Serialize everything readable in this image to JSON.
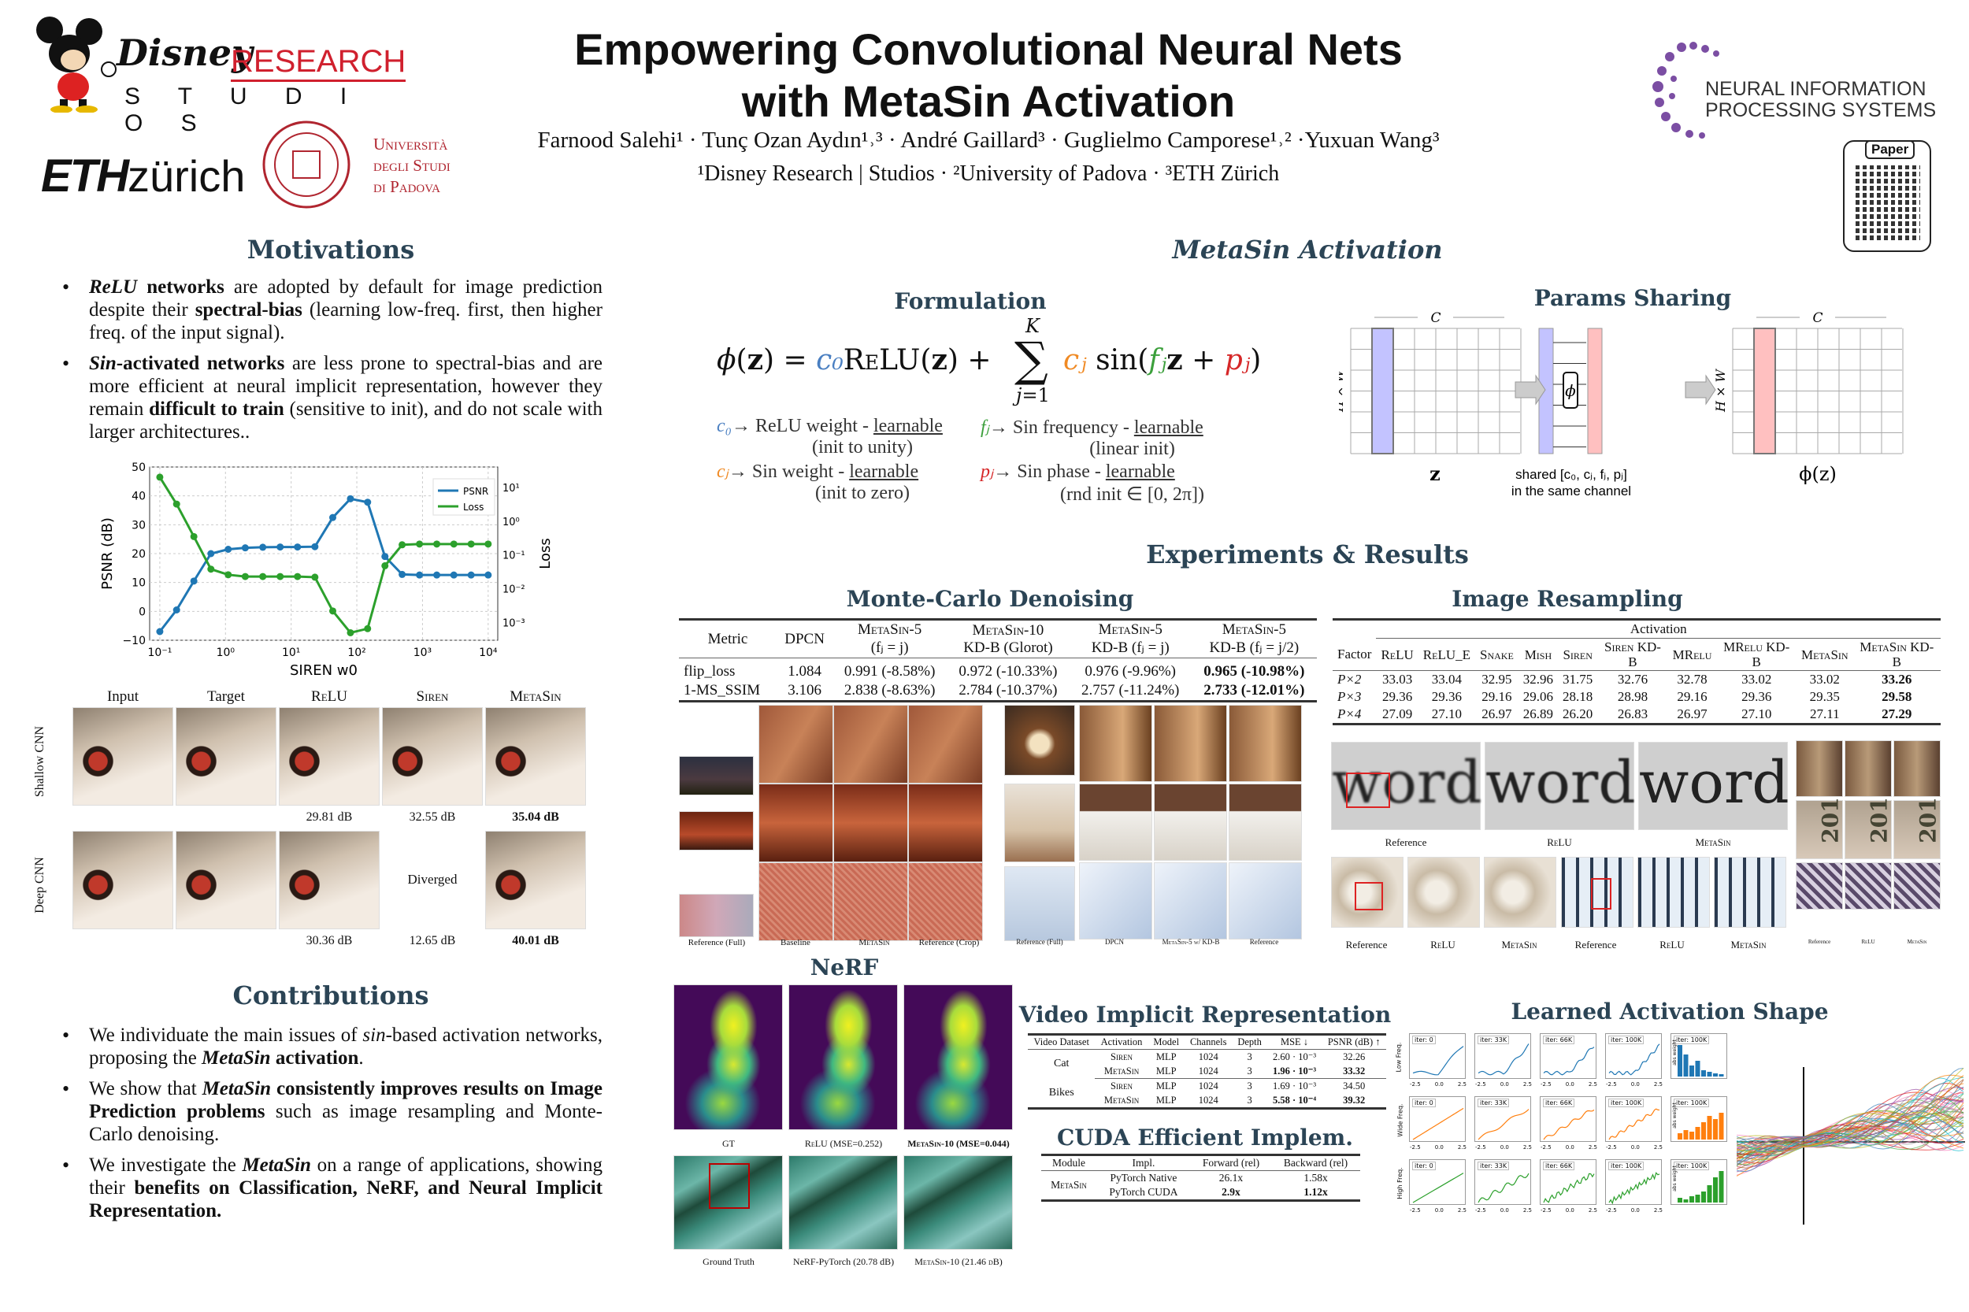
{
  "header": {
    "title_line1": "Empowering Convolutional Neural Nets",
    "title_line2": "with MetaSin Activation",
    "authors": "Farnood Salehi¹ · Tunç Ozan Aydın¹˒³ · André Gaillard³ · Guglielmo Camporese¹˒² ·Yuxuan Wang³",
    "affiliations": "¹Disney Research | Studios · ²University of Padova · ³ETH Zürich"
  },
  "logos": {
    "disney_main": "Disney",
    "disney_research": "RESEARCH",
    "disney_studios": "S T U D I O S",
    "eth": "ETH",
    "eth_zurich": "zürich",
    "padova_line1": "Università",
    "padova_line2": "degli Studi",
    "padova_line3": "di Padova",
    "neurips_line1": "NEURAL INFORMATION",
    "neurips_line2": "PROCESSING SYSTEMS",
    "qr_label": "Paper"
  },
  "motivations": {
    "heading": "Motivations",
    "bullets": [
      {
        "html": "<b><i>ReLU</i> networks</b> are adopted by default for image prediction despite their <b>spectral-bias</b> (learning low-freq. first, then higher freq. of the input signal)."
      },
      {
        "html": "<b><i>Sin</i>-activated networks</b> are less prone to spectral-bias and are more efficient at neural implicit representation, however they remain <b>difficult to train</b> (sensitive to init), and do not scale with larger architectures.."
      }
    ]
  },
  "chart_data": {
    "type": "line",
    "title": "",
    "xlabel": "SIREN w0",
    "ylabel": "PSNR (dB)",
    "y2label": "Loss",
    "xscale": "log",
    "xlim": [
      0.07,
      14000
    ],
    "ylim": [
      -10,
      50
    ],
    "y2scale": "log",
    "y2lim": [
      0.0003,
      40
    ],
    "xticks": [
      "10⁻¹",
      "10⁰",
      "10¹",
      "10²",
      "10³",
      "10⁴"
    ],
    "yticks": [
      "−10",
      "0",
      "10",
      "20",
      "30",
      "40",
      "50"
    ],
    "y2ticks": [
      "10⁻³",
      "10⁻²",
      "10⁻¹",
      "10⁰",
      "10¹"
    ],
    "grid": true,
    "legend_position": "top-right",
    "x": [
      0.1,
      0.18,
      0.33,
      0.6,
      1.1,
      2,
      3.7,
      6.8,
      12.5,
      23,
      43,
      80,
      146,
      268,
      490,
      900,
      1650,
      3000,
      5500,
      10000
    ],
    "series": [
      {
        "name": "PSNR",
        "color": "#1f77b4",
        "axis": "left",
        "values": [
          -7,
          0.5,
          10.5,
          20,
          21.5,
          22,
          22.2,
          22.3,
          22.3,
          22.4,
          32.5,
          39,
          37.8,
          19,
          12.8,
          12.6,
          12.6,
          12.6,
          12.6,
          12.6
        ]
      },
      {
        "name": "Loss",
        "color": "#2ca02c",
        "axis": "right",
        "values": [
          20,
          3.2,
          0.35,
          0.038,
          0.026,
          0.023,
          0.023,
          0.023,
          0.023,
          0.022,
          0.0022,
          0.0005,
          0.00066,
          0.048,
          0.2,
          0.21,
          0.21,
          0.21,
          0.21,
          0.21
        ]
      }
    ]
  },
  "comparison": {
    "col_labels": [
      "Input",
      "Target",
      "ReLU",
      "Siren",
      "MetaSin"
    ],
    "row_labels": [
      "Shallow CNN",
      "Deep CNN"
    ],
    "shallow_scores": [
      "29.81 dB",
      "32.55 dB",
      "35.04 dB"
    ],
    "deep_scores": [
      "30.36 dB",
      "12.65 dB",
      "40.01 dB"
    ],
    "diverged": "Diverged"
  },
  "contributions": {
    "heading": "Contributions",
    "bullets": [
      {
        "html": "We individuate the main issues of <i>sin</i>-based activation networks, proposing the <b><i>MetaSin</i> activation</b>."
      },
      {
        "html": "We show that <b><i>MetaSin</i> consistently improves results on Image Prediction problems</b> such as image resampling and Monte-Carlo denoising."
      },
      {
        "html": "We investigate the <b><i>MetaSin</i></b> on a range of applications, showing their <b>benefits on Classification, NeRF, and Neural Implicit Representation.</b>"
      }
    ]
  },
  "metasin": {
    "heading": "MetaSin Activation",
    "formulation_heading": "Formulation",
    "params_heading": "Params Sharing",
    "c0_symbol": "c₀",
    "cj_symbol": "cⱼ",
    "fj_symbol": "fⱼ",
    "pj_symbol": "pⱼ",
    "c0_desc": "ReLU weight - ",
    "c0_learn": "learnable",
    "c0_init": "(init to unity)",
    "cj_desc": "Sin weight - ",
    "cj_learn": "learnable",
    "cj_init": "(init to zero)",
    "fj_desc": "Sin frequency - ",
    "fj_learn": "learnable",
    "fj_init": "(linear init)",
    "pj_desc": "Sin phase - ",
    "pj_learn": "learnable",
    "pj_init": "(rnd init ∈ [0, 2π])",
    "c_label": "C",
    "hw_label": "H × W",
    "z_label": "z",
    "phi_label": "ϕ",
    "phiz_label": "ϕ(z)",
    "shared_line1": "shared [c₀, cⱼ, fⱼ, pⱼ]",
    "shared_line2": "in the same channel",
    "colors": {
      "c0": "#4a7fc1",
      "cj": "#f08a24",
      "fj": "#3ca03c",
      "pj": "#d62728"
    }
  },
  "experiments": {
    "heading": "Experiments & Results",
    "mc": {
      "heading": "Monte-Carlo Denoising",
      "headers": [
        [
          "Metric",
          ""
        ],
        [
          "DPCN",
          ""
        ],
        [
          "MetaSin-5",
          "(fⱼ = j)"
        ],
        [
          "MetaSin-10",
          "KD-B (Glorot)"
        ],
        [
          "MetaSin-5",
          "KD-B (fⱼ = j)"
        ],
        [
          "MetaSin-5",
          "KD-B (fⱼ = j/2)"
        ]
      ],
      "rows": [
        [
          "flip_loss",
          "1.084",
          "0.991 (-8.58%)",
          "0.972 (-10.33%)",
          "0.976 (-9.96%)",
          "0.965 (-10.98%)"
        ],
        [
          "1-MS_SSIM",
          "3.106",
          "2.838 (-8.63%)",
          "2.784 (-10.37%)",
          "2.757 (-11.24%)",
          "2.733 (-12.01%)"
        ]
      ],
      "captions_left": [
        "Reference (Full)",
        "Baseline",
        "MetaSin",
        "Reference (Crop)"
      ],
      "captions_right": [
        "Reference (Full)",
        "DPCN",
        "MetaSin-5 w/ KD-B",
        "Reference"
      ]
    },
    "resampling": {
      "heading": "Image Resampling",
      "group_header": "Activation",
      "headers": [
        "Factor",
        "ReLU",
        "ReLU_E",
        "Snake",
        "Mish",
        "Siren",
        "Siren KD-B",
        "MRelu",
        "MRelu KD-B",
        "MetaSin",
        "MetaSin KD-B"
      ],
      "rows": [
        [
          "P×2",
          "33.03",
          "33.04",
          "32.95",
          "32.96",
          "31.75",
          "32.76",
          "32.78",
          "33.02",
          "33.02",
          "33.26"
        ],
        [
          "P×3",
          "29.36",
          "29.36",
          "29.16",
          "29.06",
          "28.18",
          "28.98",
          "29.16",
          "29.36",
          "29.35",
          "29.58"
        ],
        [
          "P×4",
          "27.09",
          "27.10",
          "26.97",
          "26.89",
          "26.20",
          "26.83",
          "26.97",
          "27.10",
          "27.11",
          "27.29"
        ]
      ],
      "word": "word",
      "word_captions": [
        "Reference",
        "ReLU",
        "MetaSin"
      ],
      "bottom_captions": [
        "Reference",
        "ReLU",
        "MetaSin",
        "Reference",
        "ReLU",
        "MetaSin"
      ],
      "year_text": "201",
      "small_captions": [
        "Reference",
        "ReLU",
        "MetaSin"
      ]
    },
    "nerf": {
      "heading": "NeRF",
      "captions_top": [
        "GT",
        "ReLU (MSE=0.252)",
        "MetaSin-10 (MSE=0.044)"
      ],
      "captions_bottom": [
        "Ground Truth",
        "NeRF-PyTorch (20.78 dB)",
        "MetaSin-10 (21.46 dB)"
      ]
    },
    "video": {
      "heading": "Video Implicit Representation",
      "headers": [
        "Video Dataset",
        "Activation",
        "Model",
        "Channels",
        "Depth",
        "MSE ↓",
        "PSNR (dB) ↑"
      ],
      "groups": [
        {
          "dataset": "Cat",
          "rows": [
            [
              "Siren",
              "MLP",
              "1024",
              "3",
              "2.60 · 10⁻³",
              "32.26"
            ],
            [
              "MetaSin",
              "MLP",
              "1024",
              "3",
              "1.96 · 10⁻³",
              "33.32"
            ]
          ]
        },
        {
          "dataset": "Bikes",
          "rows": [
            [
              "Siren",
              "MLP",
              "1024",
              "3",
              "1.69 · 10⁻³",
              "34.50"
            ],
            [
              "MetaSin",
              "MLP",
              "1024",
              "3",
              "5.58 · 10⁻⁴",
              "39.32"
            ]
          ]
        }
      ]
    },
    "cuda": {
      "heading": "CUDA Efficient Implem.",
      "headers": [
        "Module",
        "Impl.",
        "Forward (rel)",
        "Backward (rel)"
      ],
      "module": "MetaSin",
      "rows": [
        [
          "PyTorch Native",
          "26.1x",
          "1.58x"
        ],
        [
          "PyTorch CUDA",
          "2.9x",
          "1.12x"
        ]
      ]
    },
    "shape": {
      "heading": "Learned Activation Shape",
      "row_labels": [
        "Low Freq.",
        "Wide Freq.",
        "High Freq."
      ],
      "iters": [
        "iter: 0",
        "iter: 33K",
        "iter: 66K",
        "iter: 100K",
        "iter: 100K"
      ],
      "xticks": [
        "-2.5",
        "0.0",
        "2.5"
      ],
      "bar_ylabel": "abs weight",
      "row_colors": [
        "#1f77b4",
        "#ff7f0e",
        "#2ca02c"
      ]
    }
  }
}
